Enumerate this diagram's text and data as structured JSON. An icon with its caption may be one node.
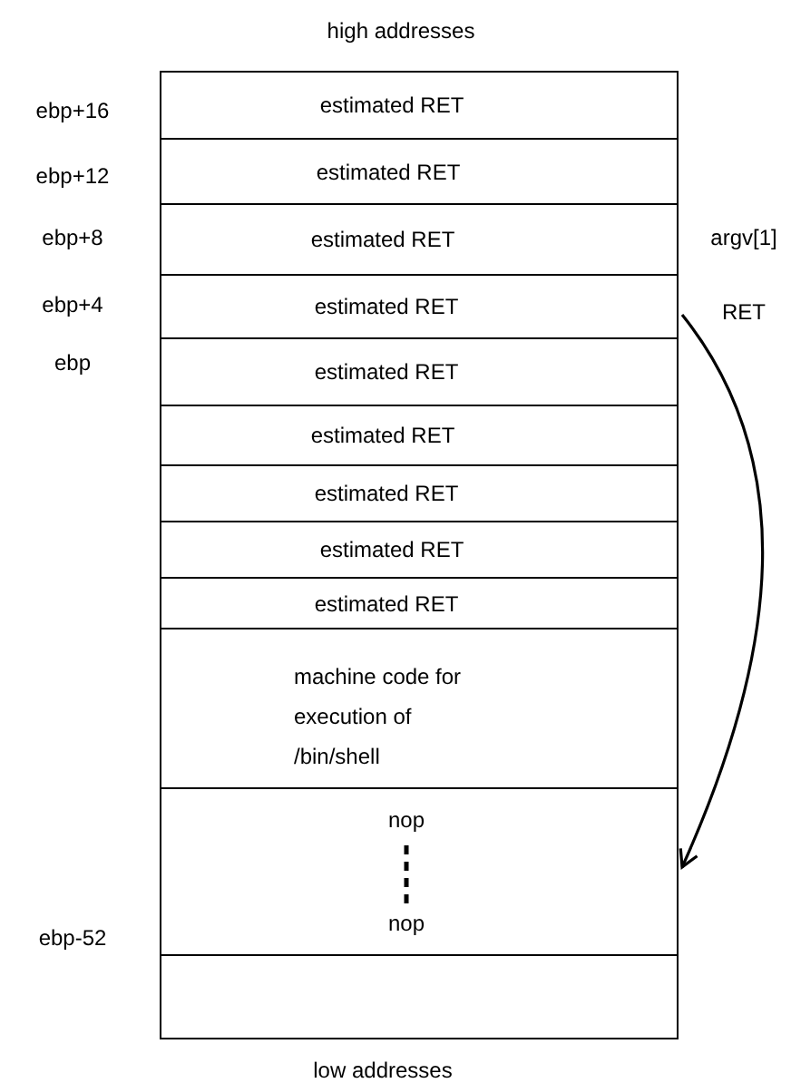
{
  "diagram": {
    "nodes": [
      {
        "text": [
          "estimated RET"
        ]
      },
      {
        "text": [
          "estimated RET"
        ]
      },
      {
        "text": [
          "estimated RET"
        ]
      },
      {
        "text": [
          "estimated RET"
        ]
      },
      {
        "text": [
          "estimated RET"
        ]
      },
      {
        "text": [
          "estimated RET"
        ]
      },
      {
        "text": [
          "estimated RET"
        ]
      },
      {
        "text": [
          "estimated RET"
        ]
      },
      {
        "text": [
          "estimated RET"
        ]
      },
      {
        "text": [
          "machine code for execution of /bin/shell"
        ]
      },
      {
        "text": [
          "nop",
          "nop"
        ]
      },
      {
        "text": [],
        "shape": "box"
      }
    ],
    "edges": [
      {
        "from": 3,
        "to": 10,
        "arrow": "to"
      }
    ],
    "labels": [
      "high addresses",
      "ebp+16",
      "ebp+12",
      "ebp+8",
      "argv[1]",
      "ebp+4",
      "RET",
      "ebp",
      "ebp-52",
      "low addresses"
    ]
  }
}
